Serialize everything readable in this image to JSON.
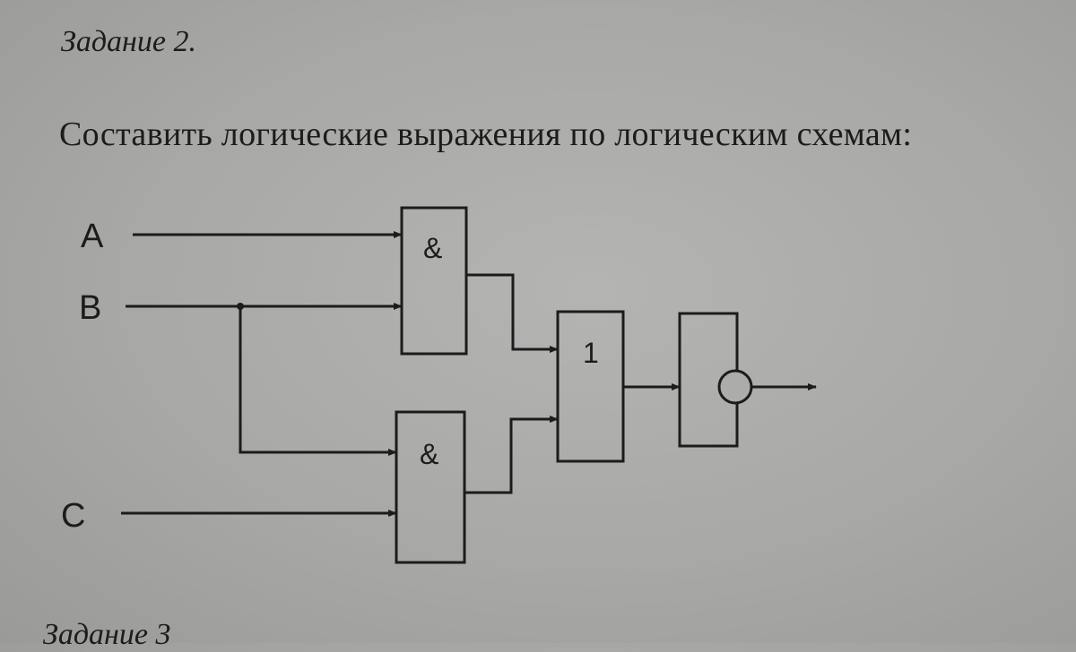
{
  "header": {
    "title": "Задание 2."
  },
  "task": {
    "text": "Составить логические выражения по логическим схемам:"
  },
  "diagram": {
    "inputs": [
      "A",
      "B",
      "C"
    ],
    "gates": [
      {
        "id": "and1",
        "symbol": "&"
      },
      {
        "id": "and2",
        "symbol": "&"
      },
      {
        "id": "or1",
        "symbol": "1"
      },
      {
        "id": "not1",
        "symbol": ""
      }
    ]
  },
  "footer": {
    "next_title": "Задание 3"
  }
}
